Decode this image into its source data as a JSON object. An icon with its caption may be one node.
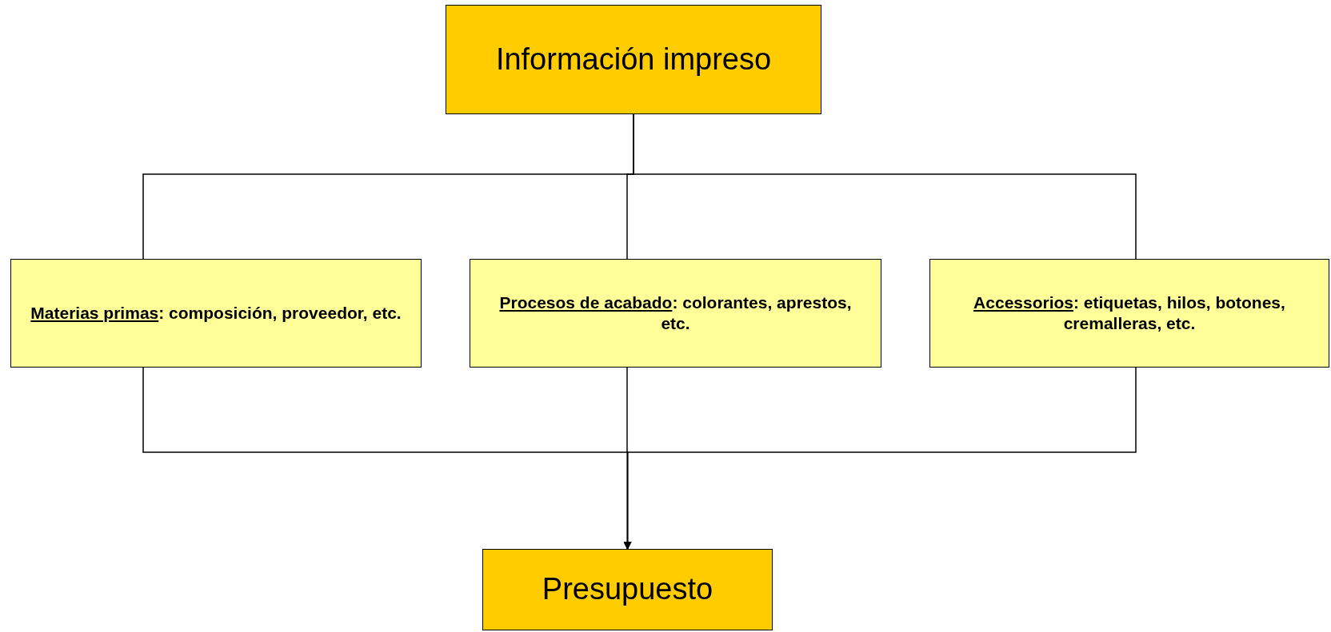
{
  "diagram": {
    "nodes": [
      {
        "text": [
          "Información impreso"
        ]
      },
      {
        "text": [
          "Materias primas: composición, proveedor, etc."
        ]
      },
      {
        "text": [
          "Procesos de acabado: colorantes, aprestos, etc."
        ]
      },
      {
        "text": [
          "Accessorios: etiquetas, hilos, botones, cremalleras, etc."
        ]
      },
      {
        "text": [
          "Presupuesto"
        ]
      }
    ],
    "edges": [
      {
        "from": 0,
        "to": 1,
        "arrow": "none"
      },
      {
        "from": 0,
        "to": 2,
        "arrow": "none"
      },
      {
        "from": 0,
        "to": 3,
        "arrow": "none"
      },
      {
        "from": 1,
        "to": 4,
        "arrow": "to"
      },
      {
        "from": 2,
        "to": 4,
        "arrow": "to"
      },
      {
        "from": 3,
        "to": 4,
        "arrow": "to"
      }
    ]
  }
}
